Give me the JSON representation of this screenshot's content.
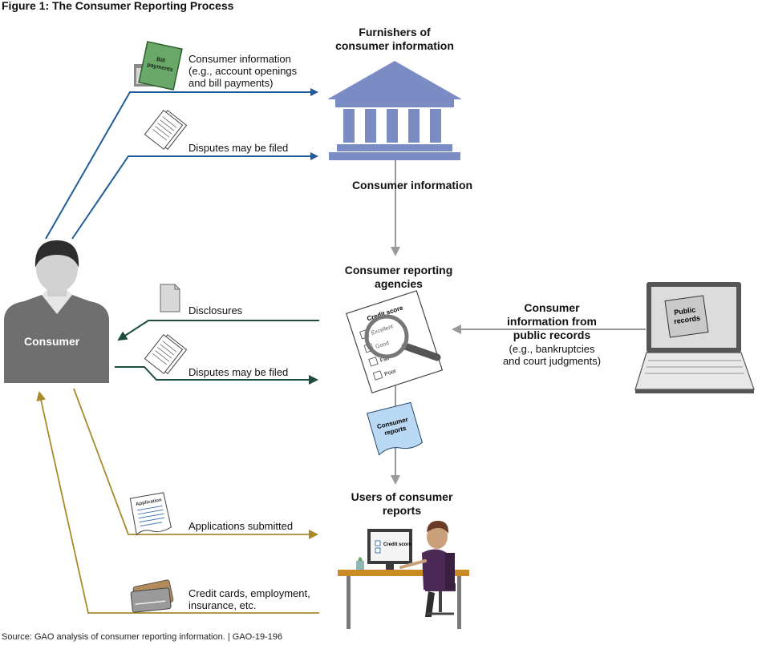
{
  "figure": {
    "title": "Figure 1: The Consumer Reporting Process",
    "source": "Source: GAO analysis of consumer reporting information.  |  GAO-19-196"
  },
  "nodes": {
    "furnishers": "Furnishers of\nconsumer information",
    "consumer_info_between": "Consumer information",
    "agencies": "Consumer reporting\nagencies",
    "users": "Users of consumer\nreports",
    "consumer": "Consumer",
    "public_records_bold": "Consumer\ninformation from\npublic records",
    "public_records_examples": "(e.g., bankruptcies\nand court judgments)"
  },
  "flows": {
    "consumer_information": "Consumer information\n(e.g., account openings\nand bill payments)",
    "disputes_furnishers": "Disputes may be filed",
    "disclosures": "Disclosures",
    "disputes_agencies": "Disputes may be filed",
    "applications": "Applications submitted",
    "credit_cards": "Credit cards, employment,\ninsurance, etc."
  },
  "icon_text": {
    "bill_payments": "Bill\npayments",
    "credit_score": "Credit score",
    "excellent": "Excellent",
    "good": "Good",
    "fair": "Fair",
    "poor": "Poor",
    "consumer_reports": "Consumer\nreports",
    "public_records": "Public\nrecords",
    "applications": "Application",
    "screen_credit_score": "Credit score"
  },
  "colors": {
    "furnisher_arrow": "#1f5c99",
    "agency_arrow": "#1e4d3b",
    "user_arrow": "#a88a2a",
    "gray_arrow": "#9a9a9a",
    "bank": "#7b8bc3",
    "consumer_body": "#6f6f6f",
    "consumer_hair": "#2d2d2d",
    "report_doc": "#b8d8f3",
    "bill_doc": "#6aa86a",
    "chair": "#4b2a55"
  }
}
